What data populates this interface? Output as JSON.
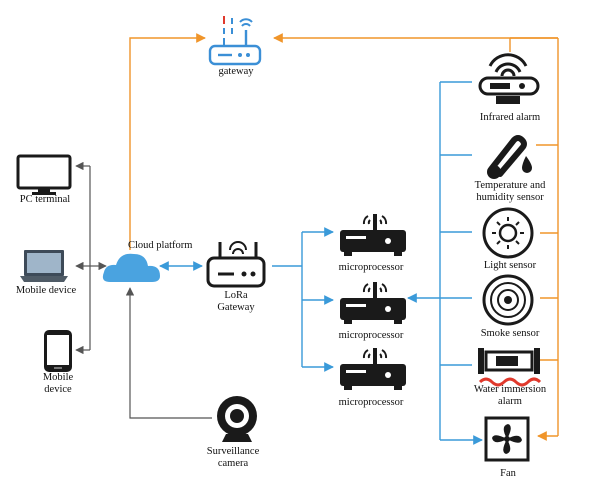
{
  "nodes": {
    "gateway_top": "gateway",
    "pc_terminal": "PC terminal",
    "mobile_device_1": "Mobile device",
    "mobile_device_2": "Mobile device",
    "cloud_platform": "Cloud platform",
    "lora_gateway": "LoRa Gateway",
    "microprocessor_1": "microprocessor",
    "microprocessor_2": "microprocessor",
    "microprocessor_3": "microprocessor",
    "surveillance_camera": "Surveillance camera",
    "infrared_alarm": "Infrared alarm",
    "temp_humidity_sensor": "Temperature and humidity sensor",
    "light_sensor": "Light sensor",
    "smoke_sensor": "Smoke sensor",
    "water_immersion_alarm": "Water immersion alarm",
    "fan": "Fan"
  },
  "colors": {
    "orange_link": "#f0952a",
    "blue_link": "#3a9ad9",
    "dark_link": "#555555",
    "icon_dark": "#1a1a1a",
    "icon_blue": "#3b8fd6",
    "icon_red": "#e0392c"
  }
}
